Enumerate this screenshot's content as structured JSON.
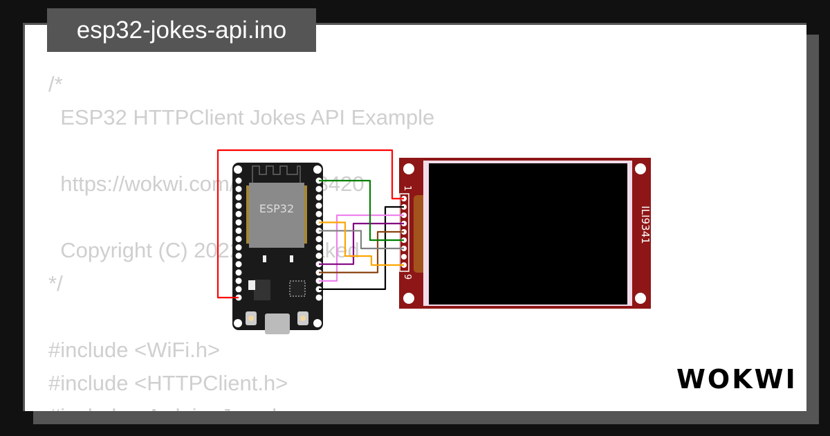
{
  "title": "esp32-jokes-api.ino",
  "code_lines": [
    "/*",
    "  ESP32 HTTPClient Jokes API Example",
    "",
    "  https://wokwi.com/projects/3420",
    "",
    "  Copyright (C) 2022, Uri Shaked",
    "*/",
    "",
    "#include <WiFi.h>",
    "#include <HTTPClient.h>",
    "#include <ArduinoJson.h>"
  ],
  "diagram": {
    "mcu_label": "ESP32",
    "display_label": "ILI9341",
    "pin_first": "1",
    "pin_last": "9",
    "wire_colors": [
      "#ff0000",
      "#000000",
      "#ee82ee",
      "#800080",
      "#8b4513",
      "#008000",
      "#808080",
      "#ffa500"
    ]
  },
  "brand": "WOKWI"
}
